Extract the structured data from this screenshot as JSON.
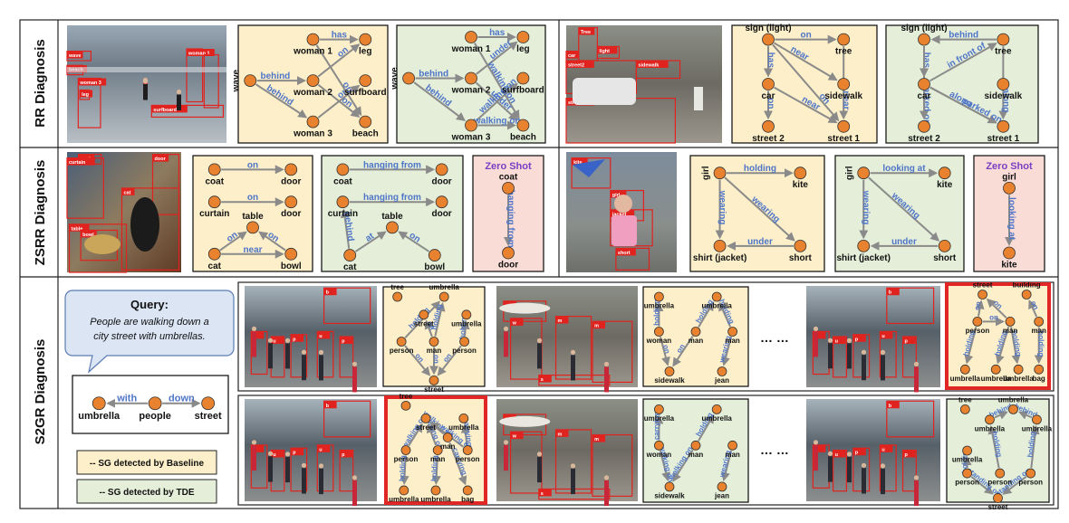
{
  "row_labels": {
    "rr": "RR Diagnosis",
    "zsrr": "ZSRR Diagnosis",
    "s2gr": "S2GR Diagnosis"
  },
  "zero_shot_label": "Zero Shot",
  "ellipsis": "… …",
  "query": {
    "title": "Query:",
    "text_line1": "People are walking down a",
    "text_line2": "city street with umbrellas."
  },
  "query_graph": {
    "nodes": [
      "umbrella",
      "people",
      "street"
    ],
    "edges": [
      "with",
      "down"
    ]
  },
  "legend": {
    "baseline": "-- SG detected by Baseline",
    "tde": "-- SG detected by TDE"
  },
  "colors": {
    "baseline_bg": "#fcefc9",
    "tde_bg": "#e4eed8",
    "zero_shot_bg": "#f9dcd6",
    "node": "#e8822f",
    "edge_label": "#4f75c8",
    "red_highlight": "#e12626",
    "query_bubble": "#dbe5f4"
  },
  "photo_labels": {
    "rr_beach": [
      "wave",
      "beach",
      "woman 1",
      "woman 2",
      "woman 3",
      "surfboard",
      "leg"
    ],
    "rr_street": [
      "Tree",
      "light",
      "car",
      "street2",
      "sidewalk",
      "street1"
    ],
    "zsrr_cat": [
      "coat",
      "door",
      "curtain",
      "table",
      "bowl",
      "cat"
    ],
    "zsrr_girl": [
      "kite",
      "girl",
      "jacket",
      "short"
    ]
  },
  "rr_left_baseline": {
    "nodes": [
      "woman 1",
      "leg",
      "wave",
      "woman 2",
      "surfboard",
      "woman 3",
      "beach"
    ],
    "edges": [
      "has",
      "behind",
      "on",
      "behind",
      "on"
    ]
  },
  "rr_left_tde": {
    "nodes": [
      "woman 1",
      "leg",
      "wave",
      "woman 2",
      "surfboard",
      "woman 3",
      "beach"
    ],
    "edges": [
      "has",
      "behind",
      "under",
      "behind",
      "walking on",
      "under",
      "walking on",
      "walking on"
    ]
  },
  "rr_right_baseline": {
    "nodes": [
      "sign (light)",
      "tree",
      "car",
      "sidewalk",
      "street 2",
      "street 1"
    ],
    "edges": [
      "on",
      "near",
      "has",
      "near",
      "on",
      "on",
      "near"
    ]
  },
  "rr_right_tde": {
    "nodes": [
      "sign (light)",
      "tree",
      "car",
      "sidewalk",
      "street 2",
      "street 1"
    ],
    "edges": [
      "behind",
      "in front of",
      "has",
      "along",
      "parked on",
      "parked on",
      "along",
      "on"
    ]
  },
  "zsrr_left_baseline": {
    "nodes": [
      "coat",
      "door",
      "curtain",
      "door",
      "table",
      "cat",
      "bowl"
    ],
    "edges": [
      "on",
      "on",
      "on",
      "on",
      "near"
    ]
  },
  "zsrr_left_tde": {
    "nodes": [
      "coat",
      "door",
      "curtain",
      "door",
      "table",
      "cat",
      "bowl"
    ],
    "edges": [
      "hanging from",
      "hanging from",
      "behind",
      "at",
      "on"
    ]
  },
  "zsrr_left_zero": {
    "nodes": [
      "coat",
      "door"
    ],
    "edges": [
      "hanging from"
    ]
  },
  "zsrr_right_baseline": {
    "nodes": [
      "girl",
      "kite",
      "shirt (jacket)",
      "short"
    ],
    "edges": [
      "holding",
      "wearing",
      "wearing",
      "under"
    ]
  },
  "zsrr_right_tde": {
    "nodes": [
      "girl",
      "kite",
      "shirt (jacket)",
      "short"
    ],
    "edges": [
      "looking at",
      "wearing",
      "wearing",
      "under"
    ]
  },
  "zsrr_right_zero": {
    "nodes": [
      "girl",
      "kite"
    ],
    "edges": [
      "looking at"
    ]
  },
  "s2gr_base_1": {
    "nodes": [
      "tree",
      "umbrella",
      "street",
      "umbrella",
      "person",
      "man",
      "person",
      "street"
    ],
    "edges": [
      "holding",
      "holding",
      "on",
      "on",
      "holding",
      "on",
      "on"
    ]
  },
  "s2gr_base_2": {
    "nodes": [
      "umbrella",
      "umbrella",
      "woman",
      "man",
      "man",
      "sidewalk",
      "jean"
    ],
    "edges": [
      "holding",
      "holding",
      "holding",
      "on",
      "on",
      "wearing"
    ]
  },
  "s2gr_base_3": {
    "nodes": [
      "street",
      "building",
      "person",
      "man",
      "man",
      "umbrella",
      "umbrella",
      "umbrella",
      "bag"
    ],
    "edges": [
      "on",
      "on",
      "on",
      "holding",
      "holding",
      "holding",
      "holding",
      "on"
    ]
  },
  "s2gr_tde_1": {
    "nodes": [
      "tree",
      "street",
      "umbrella",
      "person",
      "man",
      "person",
      "man",
      "umbrella",
      "umbrella",
      "bag"
    ],
    "edges": [
      "walking on",
      "walking on",
      "walking on",
      "carrying",
      "holding",
      "holding",
      "walking on",
      "carrying"
    ]
  },
  "s2gr_tde_2": {
    "nodes": [
      "umbrella",
      "umbrella",
      "woman",
      "man",
      "man",
      "sidewalk",
      "jean"
    ],
    "edges": [
      "carrying",
      "holding",
      "walking on",
      "walking on",
      "wearing"
    ]
  },
  "s2gr_tde_3": {
    "nodes": [
      "tree",
      "umbrella",
      "umbrella",
      "umbrella",
      "umbrella",
      "person",
      "person",
      "person",
      "street"
    ],
    "edges": [
      "holding",
      "holding",
      "behind",
      "behind",
      "holding",
      "standing on",
      "standing on"
    ]
  }
}
